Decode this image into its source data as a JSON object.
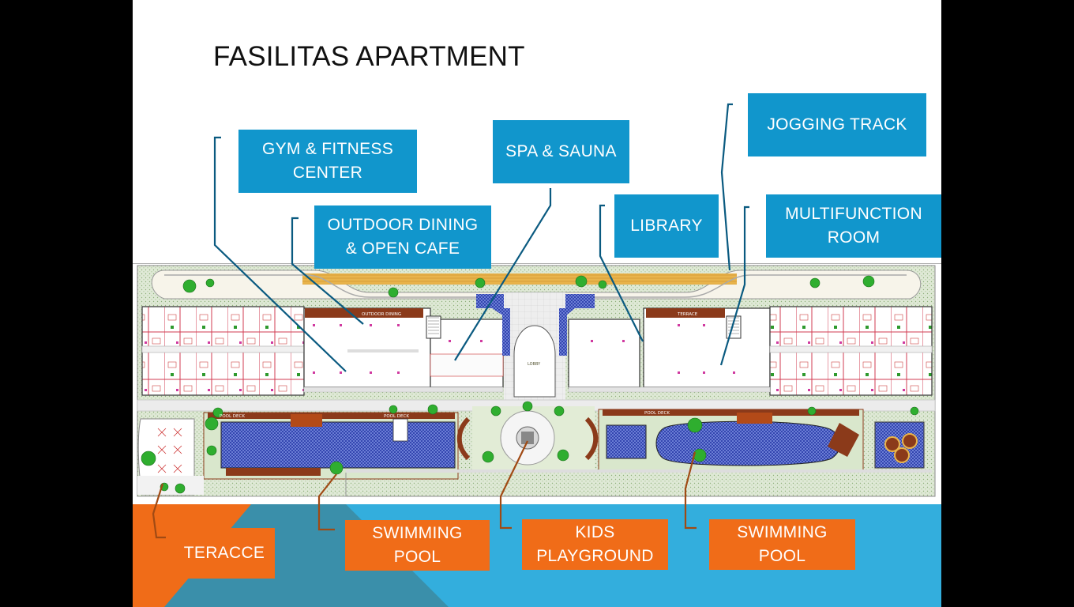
{
  "title": "FASILITAS APARTMENT",
  "colors": {
    "callout_blue": "#1196cc",
    "callout_orange": "#f06c18",
    "leader_blue": "#0a5a80",
    "leader_orange": "#a04a14",
    "footer_blue": "#33aedd",
    "footer_teal": "#3a8faa"
  },
  "callouts": {
    "gym": "GYM & FITNESS\nCENTER",
    "outdoor": "OUTDOOR DINING\n& OPEN CAFE",
    "spa": "SPA & SAUNA",
    "library": "LIBRARY",
    "jogging": "JOGGING TRACK",
    "multifunction": "MULTIFUNCTION\nROOM",
    "teracce": "TERACCE",
    "pool_left": "SWIMMING\nPOOL",
    "kids": "KIDS\nPLAYGROUND",
    "pool_right": "SWIMMING\nPOOL"
  },
  "plan_labels": {
    "outdoor_dining": "OUTDOOR DINING",
    "terrace": "TERRACE",
    "pool_deck_1": "POOL DECK",
    "pool_deck_2": "POOL DECK",
    "pool_deck_3": "POOL DECK"
  }
}
